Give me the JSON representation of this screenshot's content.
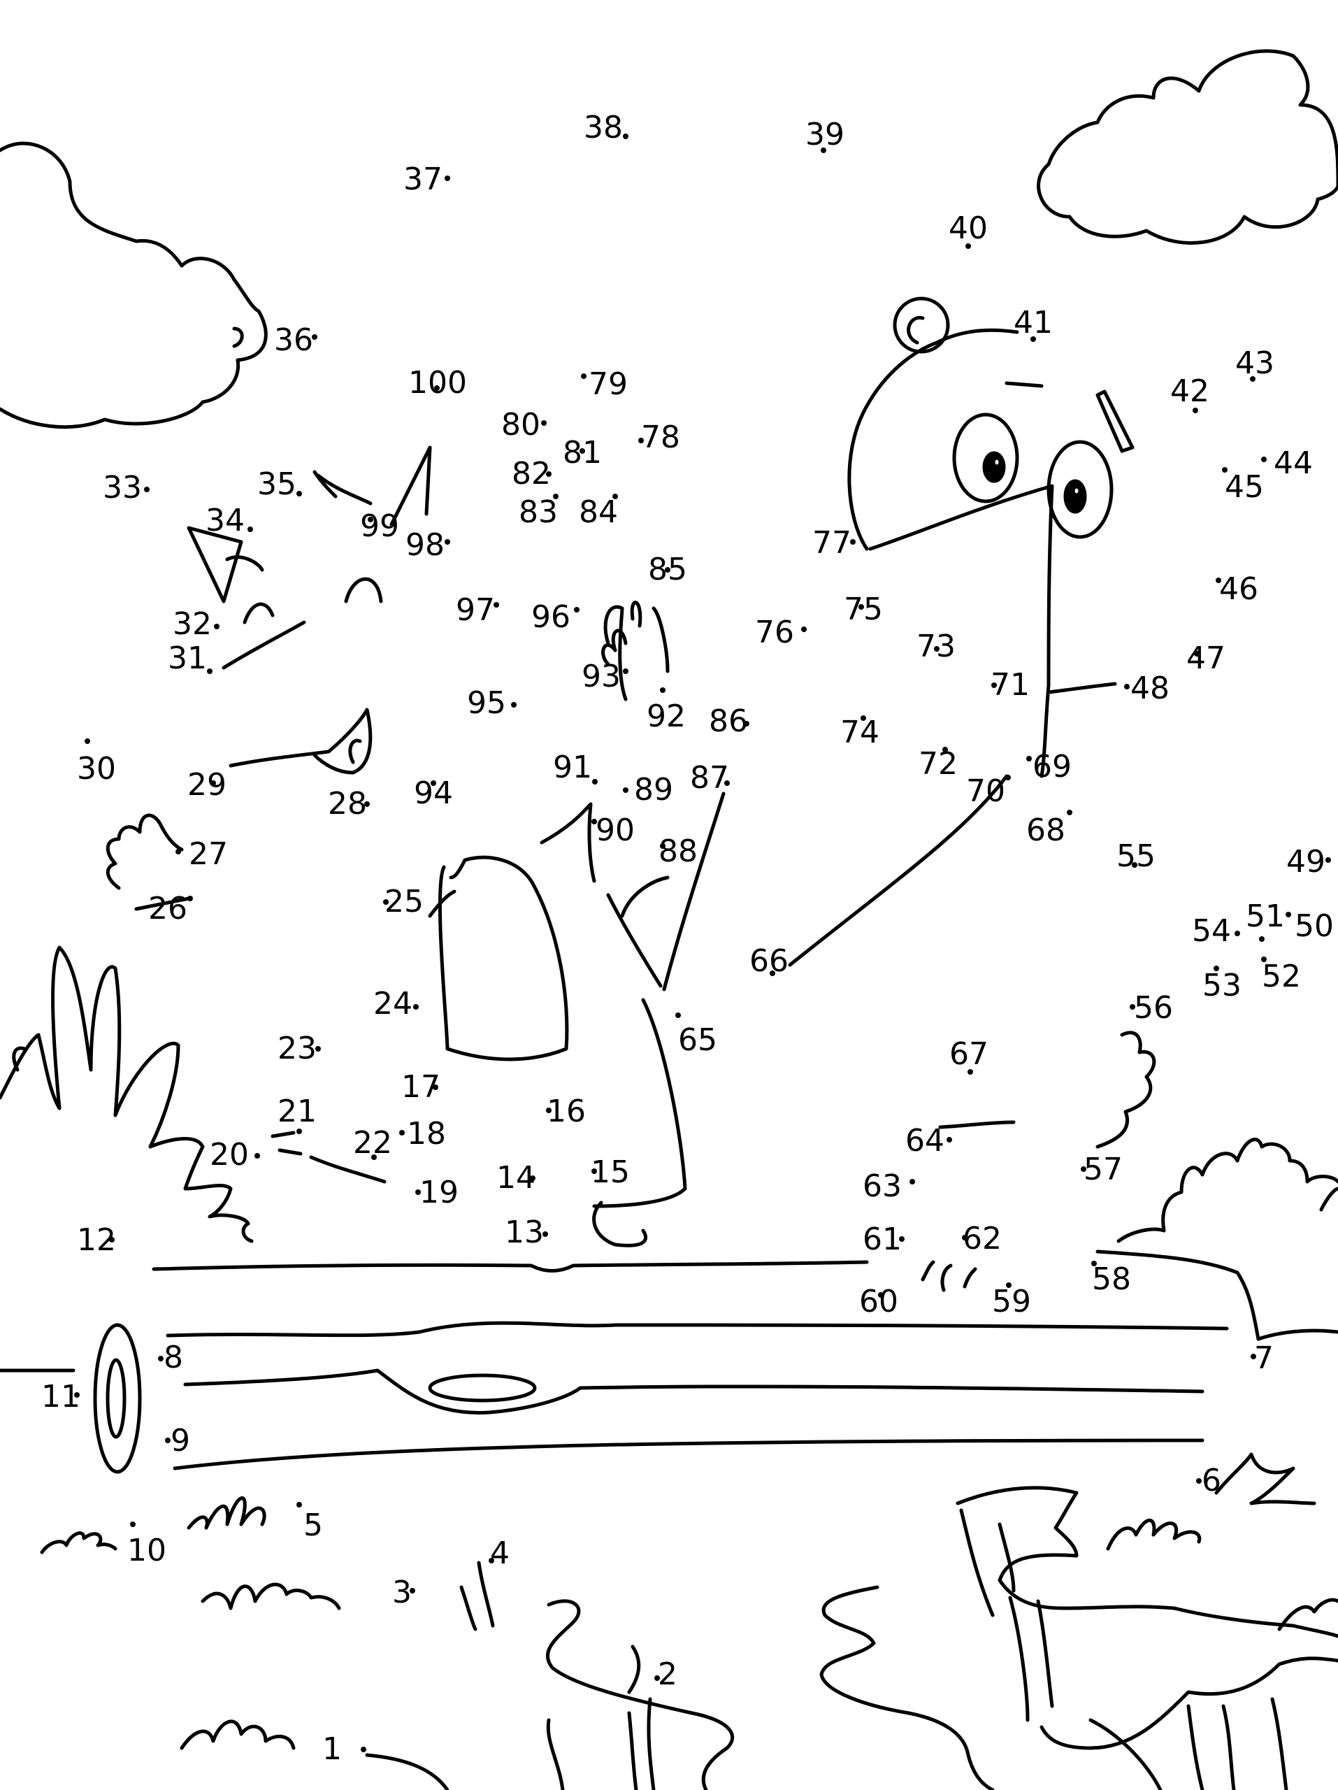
{
  "dots": [
    {
      "n": "1"
    },
    {
      "n": "2"
    },
    {
      "n": "3"
    },
    {
      "n": "4"
    },
    {
      "n": "5"
    },
    {
      "n": "6"
    },
    {
      "n": "7"
    },
    {
      "n": "8"
    },
    {
      "n": "9"
    },
    {
      "n": "10"
    },
    {
      "n": "11"
    },
    {
      "n": "12"
    },
    {
      "n": "13"
    },
    {
      "n": "14"
    },
    {
      "n": "15"
    },
    {
      "n": "16"
    },
    {
      "n": "17"
    },
    {
      "n": "18"
    },
    {
      "n": "19"
    },
    {
      "n": "20"
    },
    {
      "n": "21"
    },
    {
      "n": "22"
    },
    {
      "n": "23"
    },
    {
      "n": "24"
    },
    {
      "n": "25"
    },
    {
      "n": "26"
    },
    {
      "n": "27"
    },
    {
      "n": "28"
    },
    {
      "n": "29"
    },
    {
      "n": "30"
    },
    {
      "n": "31"
    },
    {
      "n": "32"
    },
    {
      "n": "33"
    },
    {
      "n": "34"
    },
    {
      "n": "35"
    },
    {
      "n": "36"
    },
    {
      "n": "37"
    },
    {
      "n": "38"
    },
    {
      "n": "39"
    },
    {
      "n": "40"
    },
    {
      "n": "41"
    },
    {
      "n": "42"
    },
    {
      "n": "43"
    },
    {
      "n": "44"
    },
    {
      "n": "45"
    },
    {
      "n": "46"
    },
    {
      "n": "47"
    },
    {
      "n": "48"
    },
    {
      "n": "49"
    },
    {
      "n": "50"
    },
    {
      "n": "51"
    },
    {
      "n": "52"
    },
    {
      "n": "53"
    },
    {
      "n": "54"
    },
    {
      "n": "55"
    },
    {
      "n": "56"
    },
    {
      "n": "57"
    },
    {
      "n": "58"
    },
    {
      "n": "59"
    },
    {
      "n": "60"
    },
    {
      "n": "61"
    },
    {
      "n": "62"
    },
    {
      "n": "63"
    },
    {
      "n": "64"
    },
    {
      "n": "65"
    },
    {
      "n": "66"
    },
    {
      "n": "67"
    },
    {
      "n": "68"
    },
    {
      "n": "69"
    },
    {
      "n": "70"
    },
    {
      "n": "71"
    },
    {
      "n": "72"
    },
    {
      "n": "73"
    },
    {
      "n": "74"
    },
    {
      "n": "75"
    },
    {
      "n": "76"
    },
    {
      "n": "77"
    },
    {
      "n": "78"
    },
    {
      "n": "79"
    },
    {
      "n": "80"
    },
    {
      "n": "81"
    },
    {
      "n": "82"
    },
    {
      "n": "83"
    },
    {
      "n": "84"
    },
    {
      "n": "85"
    },
    {
      "n": "86"
    },
    {
      "n": "87"
    },
    {
      "n": "88"
    },
    {
      "n": "89"
    },
    {
      "n": "90"
    },
    {
      "n": "91"
    },
    {
      "n": "92"
    },
    {
      "n": "93"
    },
    {
      "n": "94"
    },
    {
      "n": "95"
    },
    {
      "n": "96"
    },
    {
      "n": "97"
    },
    {
      "n": "98"
    },
    {
      "n": "99"
    },
    {
      "n": "100"
    }
  ],
  "colors": {
    "ink": "#000000",
    "paper": "#ffffff"
  }
}
